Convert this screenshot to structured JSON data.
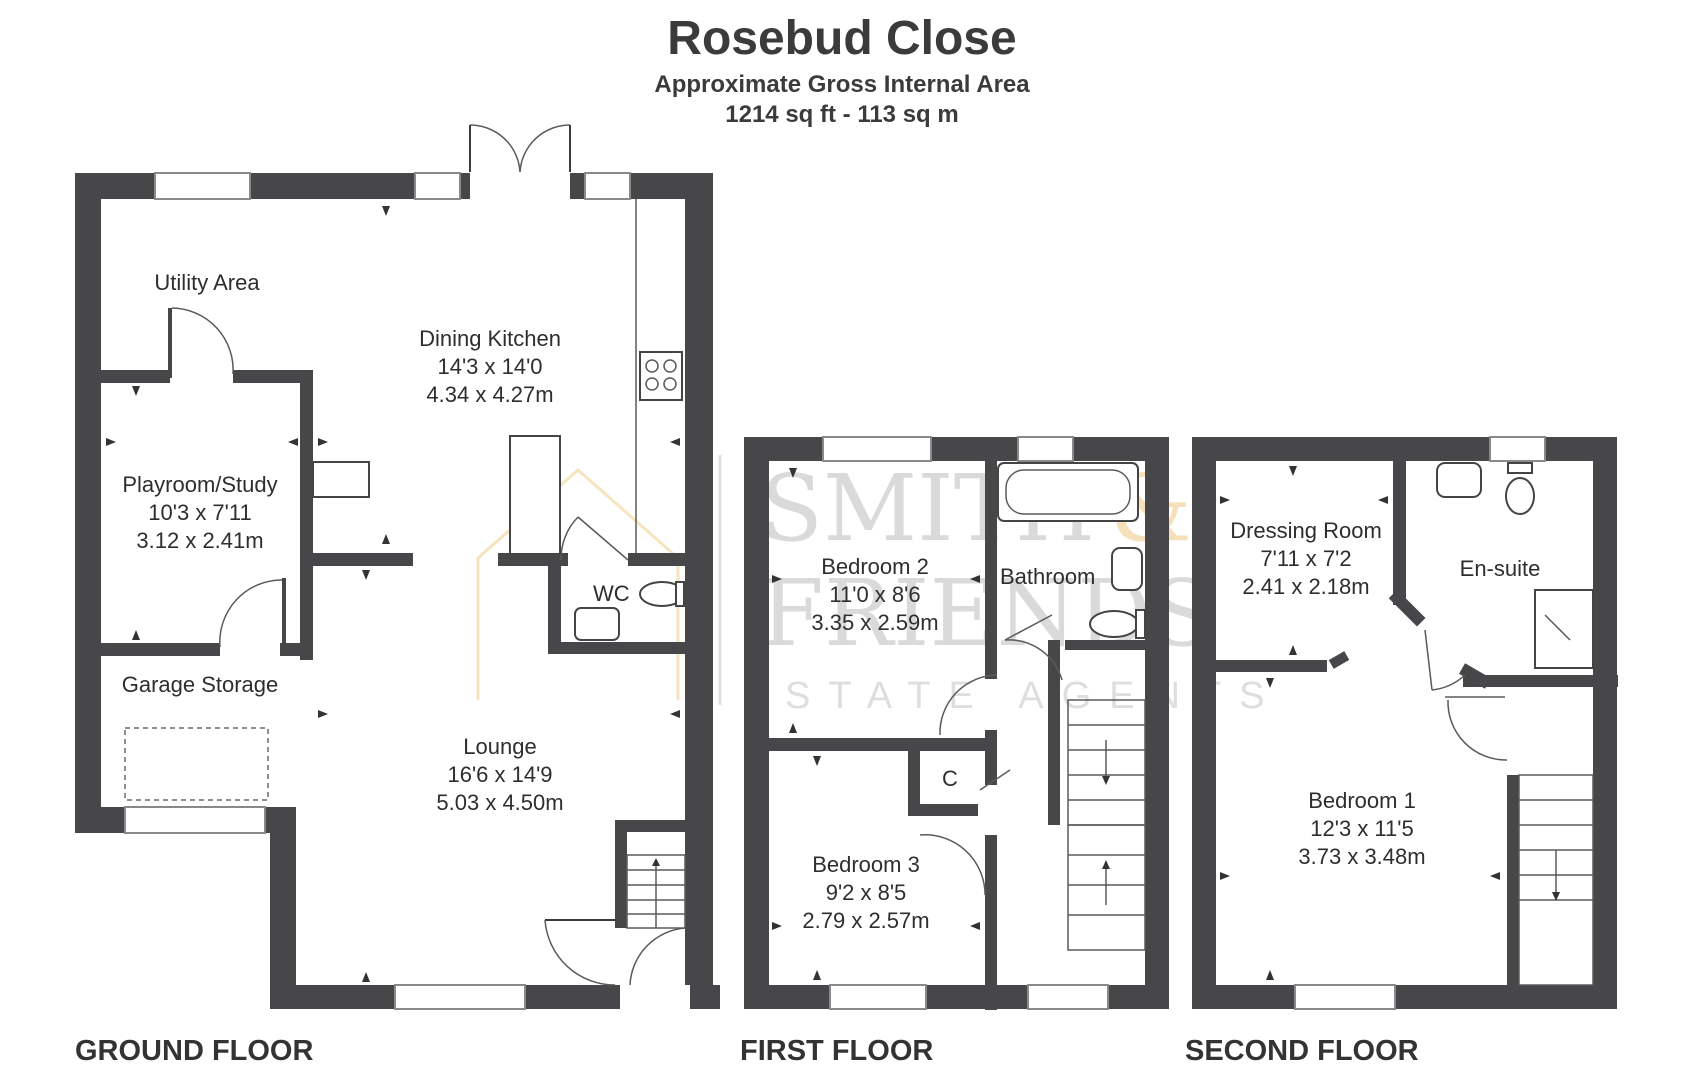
{
  "header": {
    "title": "Rosebud Close",
    "subtitle": "Approximate Gross Internal Area",
    "area": "1214 sq ft - 113 sq m"
  },
  "watermark": {
    "line1": "SMITH",
    "amp": "&",
    "line2": "FRIENDS",
    "line3": "STATE AGENTS"
  },
  "floors": {
    "ground": {
      "label": "GROUND FLOOR",
      "rooms": {
        "utility": {
          "name": "Utility Area"
        },
        "dining_kitchen": {
          "name": "Dining Kitchen",
          "imperial": "14'3 x 14'0",
          "metric": "4.34 x 4.27m"
        },
        "playroom": {
          "name": "Playroom/Study",
          "imperial": "10'3 x 7'11",
          "metric": "3.12 x 2.41m"
        },
        "wc": {
          "name": "WC"
        },
        "garage": {
          "name": "Garage Storage"
        },
        "lounge": {
          "name": "Lounge",
          "imperial": "16'6 x 14'9",
          "metric": "5.03 x 4.50m"
        }
      }
    },
    "first": {
      "label": "FIRST FLOOR",
      "rooms": {
        "bedroom2": {
          "name": "Bedroom 2",
          "imperial": "11'0 x 8'6",
          "metric": "3.35 x 2.59m"
        },
        "bathroom": {
          "name": "Bathroom"
        },
        "cupboard": {
          "name": "C"
        },
        "bedroom3": {
          "name": "Bedroom 3",
          "imperial": "9'2 x 8'5",
          "metric": "2.79 x 2.57m"
        }
      }
    },
    "second": {
      "label": "SECOND FLOOR",
      "rooms": {
        "dressing": {
          "name": "Dressing Room",
          "imperial": "7'11 x 7'2",
          "metric": "2.41 x 2.18m"
        },
        "ensuite": {
          "name": "En-suite"
        },
        "bedroom1": {
          "name": "Bedroom 1",
          "imperial": "12'3 x 11'5",
          "metric": "3.73 x 3.48m"
        }
      }
    }
  }
}
